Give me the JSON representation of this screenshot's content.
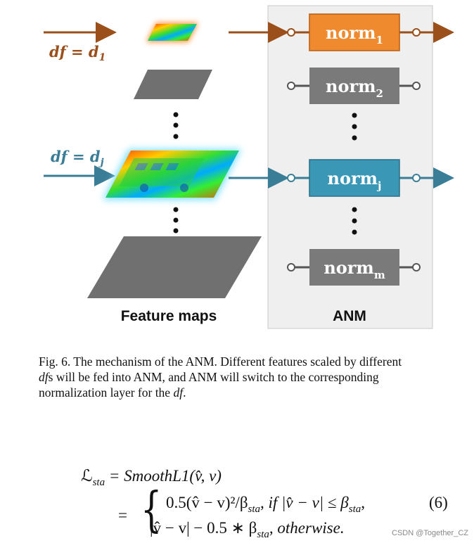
{
  "figure": {
    "left_label": "Feature maps",
    "right_label": "ANM",
    "df_top": "df = d",
    "df_top_sub": "1",
    "df_mid": "df = d",
    "df_mid_sub": "j",
    "norms": [
      {
        "base": "norm",
        "sub": "1",
        "color": "#f08a2e"
      },
      {
        "base": "norm",
        "sub": "2",
        "color": "#7a7a7a"
      },
      {
        "base": "norm",
        "sub": "j",
        "color": "#3a97b6"
      },
      {
        "base": "norm",
        "sub": "m",
        "color": "#7a7a7a"
      }
    ],
    "colors": {
      "brown_arrow": "#9b4f1a",
      "teal_arrow": "#3a7d96",
      "panel_bg": "#efefef",
      "gray_map": "#707070"
    }
  },
  "caption": {
    "prefix": "Fig. 6.   The mechanism of the ANM. Different features scaled by different",
    "line2_italic": "df",
    "line2_rest": "s will be fed into ANM, and ANM will switch to the corresponding",
    "line3_start": "normalization layer for the ",
    "line3_italic": "df",
    "line3_end": "."
  },
  "equation": {
    "lhs": "ℒ",
    "lhs_sub": "sta",
    "line1_rhs": "= SmoothL1(v̂, v)",
    "line2": "0.5(v̂ − v)²/β",
    "line2_sub": "sta",
    "line2_cond": ", if |v̂ − v| ≤ β",
    "line2_cond_sub": "sta",
    "line2_end": ",",
    "line3": "|v̂ − v| − 0.5 ∗ β",
    "line3_sub": "sta",
    "line3_cond": ", otherwise.",
    "number": "(6)",
    "equals": "="
  },
  "watermark": "CSDN @Together_CZ"
}
